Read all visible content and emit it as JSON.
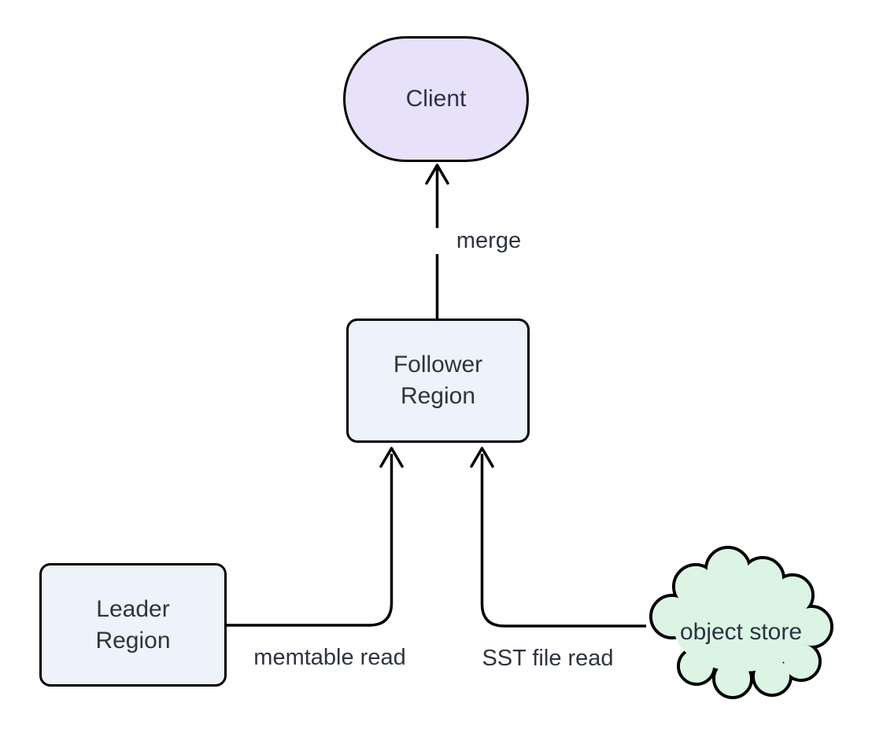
{
  "diagram": {
    "type": "flowchart",
    "direction": "bottom-to-top",
    "nodes": {
      "client": {
        "label": "Client",
        "shape": "stadium",
        "fill": "#e7e1f9"
      },
      "follower_region": {
        "lines": [
          "Follower",
          "Region"
        ],
        "shape": "rounded-rect",
        "fill": "#edf2fb"
      },
      "leader_region": {
        "lines": [
          "Leader",
          "Region"
        ],
        "shape": "rounded-rect",
        "fill": "#edf2fb"
      },
      "object_store": {
        "label": "object store",
        "shape": "cloud",
        "fill": "#dcf4e4"
      }
    },
    "edges": [
      {
        "from": "follower_region",
        "to": "client",
        "label": "merge"
      },
      {
        "from": "leader_region",
        "to": "follower_region",
        "label": "memtable read"
      },
      {
        "from": "object_store",
        "to": "follower_region",
        "label": "SST file read"
      }
    ],
    "colors": {
      "stroke": "#000000",
      "text": "#2e3340",
      "background": "#ffffff",
      "client_fill": "#e7e1f9",
      "region_fill": "#edf2fb",
      "cloud_fill": "#dcf4e4"
    }
  }
}
